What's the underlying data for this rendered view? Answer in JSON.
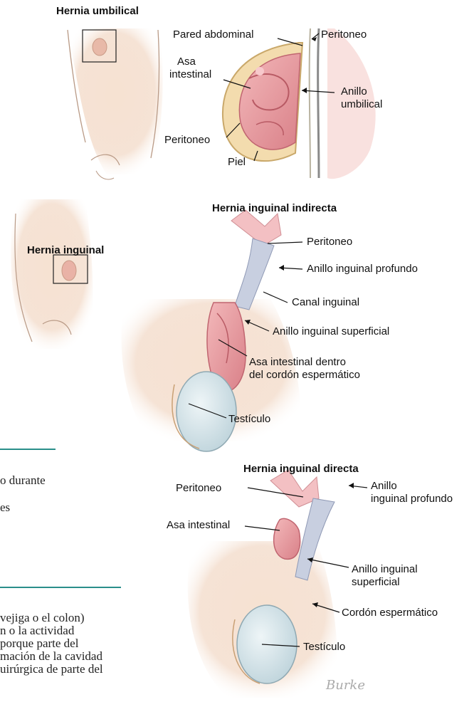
{
  "panels": {
    "umbilical": {
      "title": "Hernia umbilical",
      "labels": {
        "pared_abdominal": "Pared abdominal",
        "peritoneo_top": "Peritoneo",
        "asa": "Asa",
        "intestinal": "intestinal",
        "anillo": "Anillo",
        "umbilical": "umbilical",
        "peritoneo_left": "Peritoneo",
        "piel": "Piel"
      }
    },
    "inguinal": {
      "body_title": "Hernia inguinal",
      "indirect_title": "Hernia inguinal indirecta",
      "labels": {
        "peritoneo": "Peritoneo",
        "anillo_profundo": "Anillo inguinal profundo",
        "canal": "Canal inguinal",
        "anillo_superficial": "Anillo inguinal superficial",
        "asa_dentro_1": "Asa intestinal dentro",
        "asa_dentro_2": "del cordón espermático",
        "testiculo": "Testículo"
      }
    },
    "directa": {
      "title": "Hernia inguinal directa",
      "labels": {
        "peritoneo": "Peritoneo",
        "anillo_1": "Anillo",
        "anillo_2": "inguinal profundo",
        "asa": "Asa intestinal",
        "superficial_1": "Anillo inguinal",
        "superficial_2": "superficial",
        "cordon": "Cordón espermático",
        "testiculo": "Testículo"
      }
    }
  },
  "text_fragments": [
    "o durante",
    "es",
    "vejiga o el colon)",
    "n o la actividad",
    "porque parte del",
    "mación de la cavidad",
    "uirúrgica de parte del"
  ],
  "signature": "Burke",
  "colors": {
    "teal_rule": "#2a8f8a",
    "skin": "#f3dccb",
    "intestine": "#eaa3a6",
    "testis": "#cfe0e6"
  }
}
